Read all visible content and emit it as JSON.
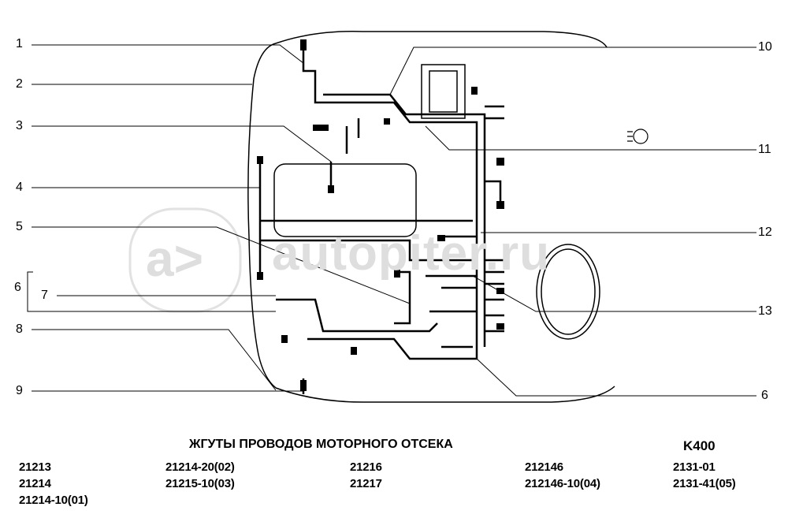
{
  "title": "ЖГУТЫ ПРОВОДОВ МОТОРНОГО ОТСЕКА",
  "page_code": "K400",
  "watermark": "autopiter.ru",
  "callouts_left": [
    "1",
    "2",
    "3",
    "4",
    "5",
    "6",
    "7",
    "8",
    "9"
  ],
  "callouts_right": [
    "10",
    "11",
    "12",
    "13",
    "6"
  ],
  "models": [
    [
      "21213",
      "21214",
      "21214-10(01)"
    ],
    [
      "21214-20(02)",
      "21215-10(03)"
    ],
    [
      "21216",
      "21217"
    ],
    [
      "212146",
      "212146-10(04)"
    ],
    [
      "2131-01",
      "2131-41(05)"
    ]
  ]
}
